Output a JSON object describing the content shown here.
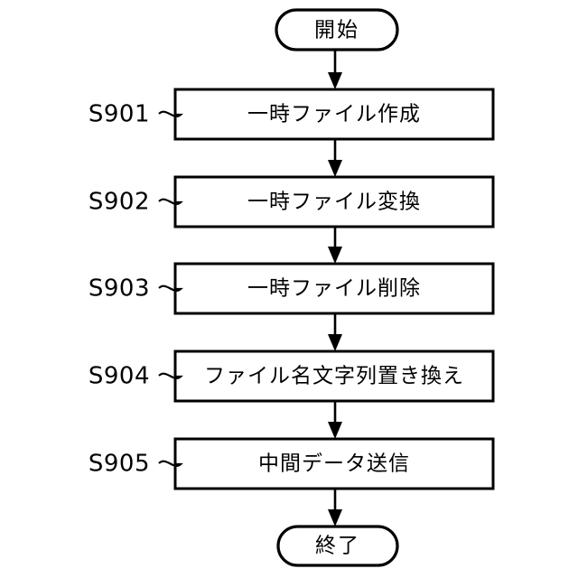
{
  "diagram": {
    "type": "flowchart",
    "orientation": "vertical",
    "background_color": "#ffffff",
    "stroke_color": "#000000",
    "start": {
      "shape": "terminator-rounded",
      "label": "開始"
    },
    "end": {
      "shape": "terminator-rounded",
      "label": "終了"
    },
    "steps": [
      {
        "step_id": "S901",
        "label": "一時ファイル作成",
        "shape": "process-rectangle"
      },
      {
        "step_id": "S902",
        "label": "一時ファイル変換",
        "shape": "process-rectangle"
      },
      {
        "step_id": "S903",
        "label": "一時ファイル削除",
        "shape": "process-rectangle"
      },
      {
        "step_id": "S904",
        "label": "ファイル名文字列置き換え",
        "shape": "process-rectangle"
      },
      {
        "step_id": "S905",
        "label": "中間データ送信",
        "shape": "process-rectangle"
      }
    ],
    "connectors": [
      {
        "from": "start",
        "to": "S901",
        "style": "arrow-down"
      },
      {
        "from": "S901",
        "to": "S902",
        "style": "arrow-down"
      },
      {
        "from": "S902",
        "to": "S903",
        "style": "arrow-down"
      },
      {
        "from": "S903",
        "to": "S904",
        "style": "arrow-down"
      },
      {
        "from": "S904",
        "to": "S905",
        "style": "arrow-down"
      },
      {
        "from": "S905",
        "to": "end",
        "style": "arrow-down"
      }
    ]
  }
}
